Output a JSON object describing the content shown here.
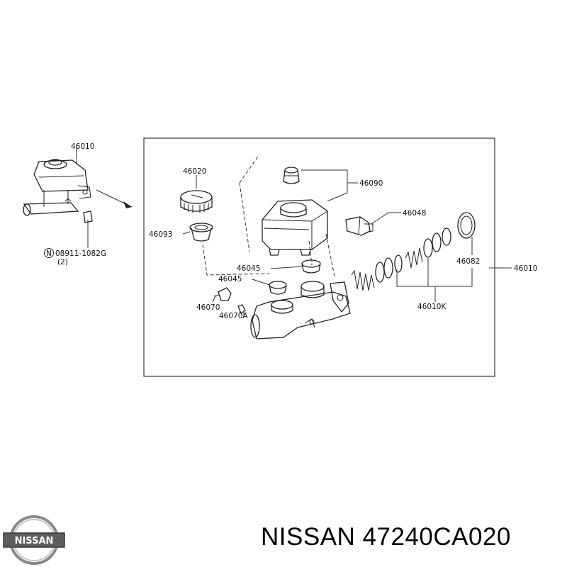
{
  "logo": {
    "text": "NISSAN"
  },
  "brand_line": "NISSAN 47240CA020",
  "callouts": {
    "assembly_top": "46010",
    "bolt": "08911-1082G",
    "bolt_qty": "(2)",
    "cap": "46020",
    "strainer": "46093",
    "reservoir": "46090",
    "sensor": "46048",
    "grommet_upper": "46045",
    "grommet_lower": "46045",
    "bleeder_screw": "46070",
    "bleeder_cap": "46070A",
    "ring": "46082",
    "assembly_right": "46010",
    "repair_kit": "46010K"
  }
}
